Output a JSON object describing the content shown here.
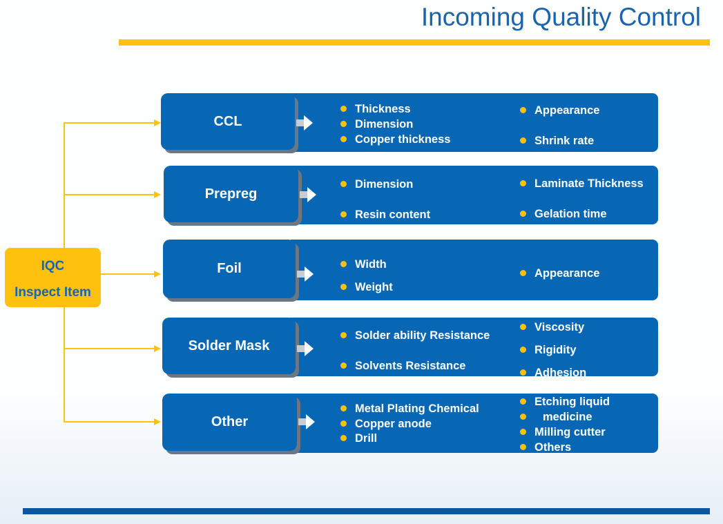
{
  "title": "Incoming Quality Control",
  "root": {
    "line1": "IQC",
    "line2": "Inspect Item"
  },
  "categories": [
    {
      "label": "CCL",
      "left": [
        "Thickness",
        "Dimension",
        "Copper thickness"
      ],
      "right": [
        "Appearance",
        "Shrink rate"
      ]
    },
    {
      "label": "Prepreg",
      "left": [
        "Dimension",
        "Resin content"
      ],
      "right": [
        "Laminate Thickness",
        "Gelation time"
      ]
    },
    {
      "label": "Foil",
      "left": [
        "Width",
        "Weight"
      ],
      "right": [
        "Appearance"
      ]
    },
    {
      "label": "Solder Mask",
      "left": [
        "Solder ability Resistance",
        "Solvents Resistance"
      ],
      "right": [
        "Viscosity",
        "Rigidity",
        "Adhesion"
      ]
    },
    {
      "label": "Other",
      "left": [
        "Metal Plating Chemical",
        "Copper anode",
        "Drill"
      ],
      "right": [
        "Etching liquid",
        "medicine",
        "Milling cutter",
        "Others"
      ]
    }
  ],
  "colors": {
    "blue": "#0767b4",
    "yellow": "#fdc10e"
  }
}
